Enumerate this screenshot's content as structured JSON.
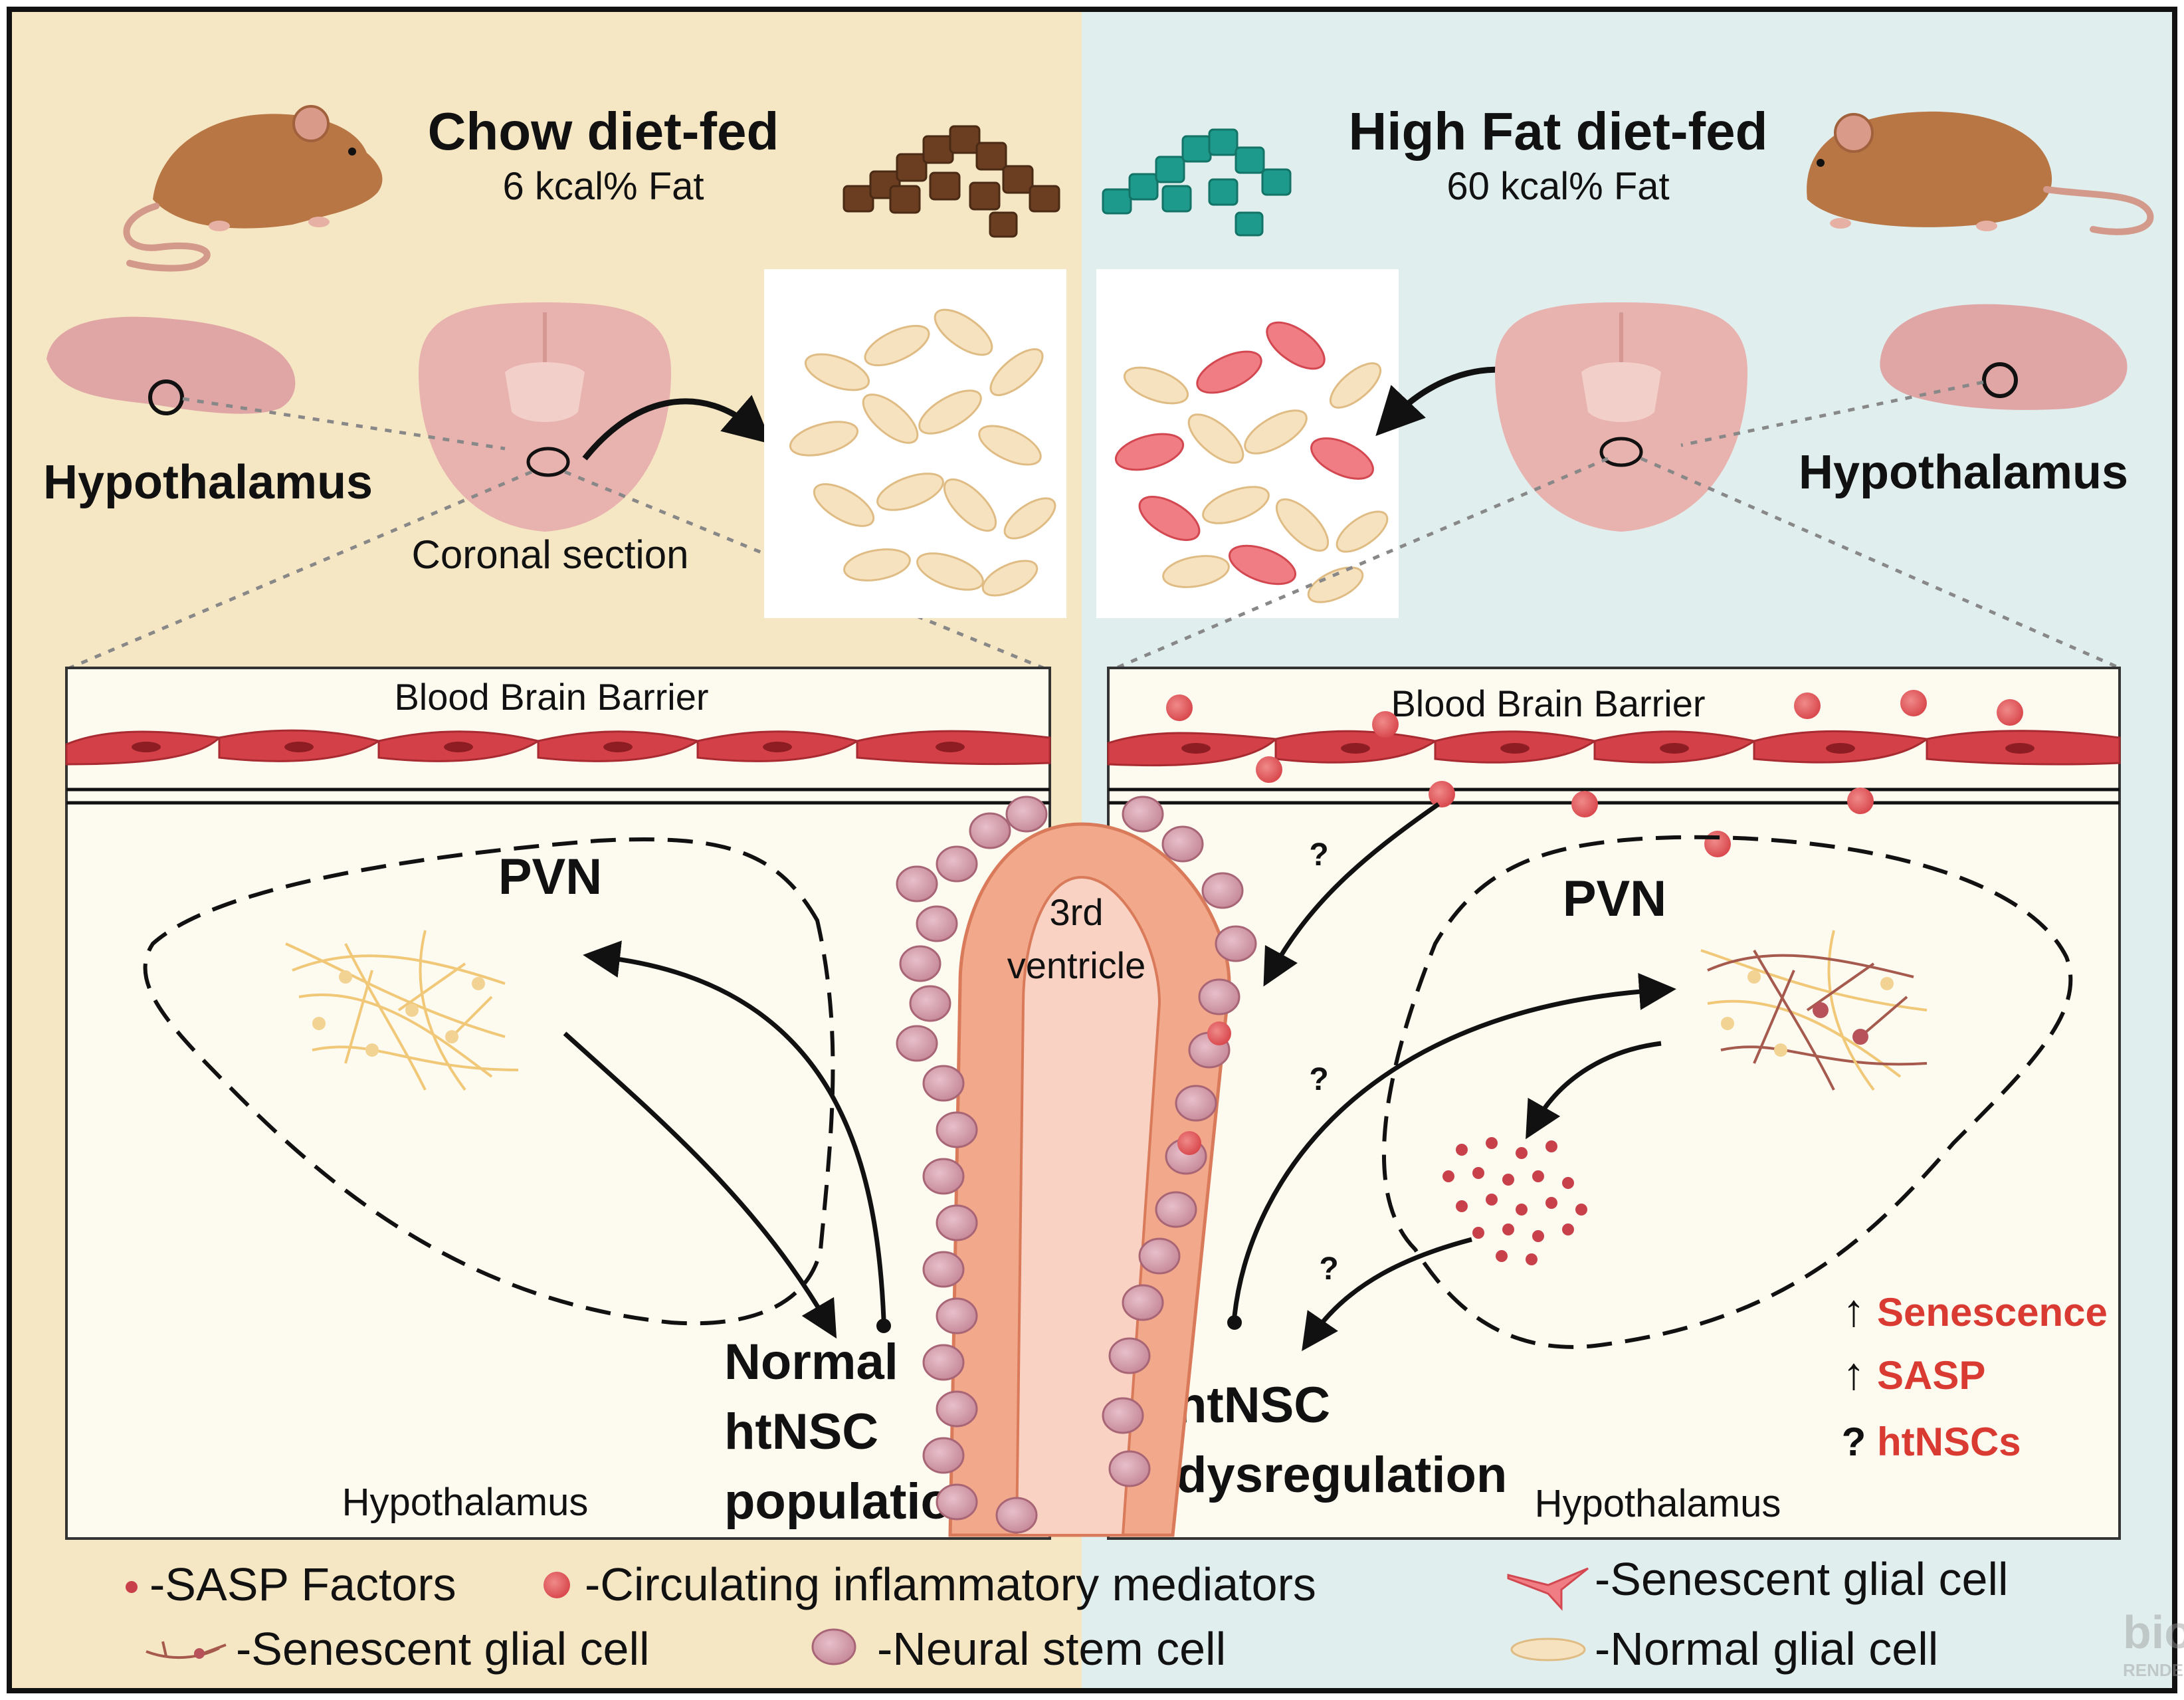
{
  "left": {
    "title": "Chow diet-fed",
    "subtitle": "6 kcal% Fat",
    "hypothalamus_label": "Hypothalamus",
    "section_label": "Coronal section",
    "bbb_label": "Blood Brain Barrier",
    "region_label": "PVN",
    "outcome_line1": "Normal",
    "outcome_line2": "htNSC",
    "outcome_line3": "population",
    "panel_footer": "Hypothalamus"
  },
  "right": {
    "title": "High Fat diet-fed",
    "subtitle": "60 kcal% Fat",
    "hypothalamus_label": "Hypothalamus",
    "bbb_label": "Blood Brain Barrier",
    "region_label": "PVN",
    "outcome_line1": "htNSC",
    "outcome_line2": "dysregulation",
    "panel_footer": "Hypothalamus",
    "question_mark": "?",
    "summary": [
      {
        "symbol": "↑",
        "text": "Senescence"
      },
      {
        "symbol": "↑",
        "text": "SASP"
      },
      {
        "symbol": "?",
        "text": "htNSCs"
      }
    ]
  },
  "ventricle": {
    "line1": "3rd",
    "line2": "ventricle"
  },
  "legend": [
    {
      "icon": "sasp-dot-icon",
      "text": "-SASP Factors"
    },
    {
      "icon": "inflammatory-mediator-icon",
      "text": "-Circulating inflammatory mediators"
    },
    {
      "icon": "senescent-glial-red-icon",
      "text": "-Senescent glial cell"
    },
    {
      "icon": "senescent-glial-branch-icon",
      "text": "-Senescent glial cell"
    },
    {
      "icon": "neural-stem-cell-icon",
      "text": "-Neural stem cell"
    },
    {
      "icon": "normal-glial-icon",
      "text": "-Normal glial cell"
    }
  ],
  "watermark": "bio RENDER",
  "colors": {
    "left_bg": "#f6e7c4",
    "right_bg": "#e1eeee",
    "accent_red": "#d93a32",
    "chow_pellet": "#6b3e22",
    "hfd_pellet": "#1e9a8c"
  }
}
